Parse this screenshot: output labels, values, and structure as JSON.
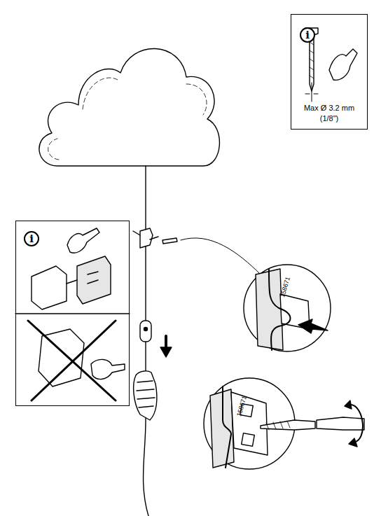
{
  "diagram": {
    "nodes": [
      {
        "text": [
          "i",
          "Max Ø 3.2 mm (1/8\")"
        ]
      },
      {
        "text": [
          "i"
        ]
      }
    ],
    "labels": [
      "158671",
      "158671"
    ]
  }
}
